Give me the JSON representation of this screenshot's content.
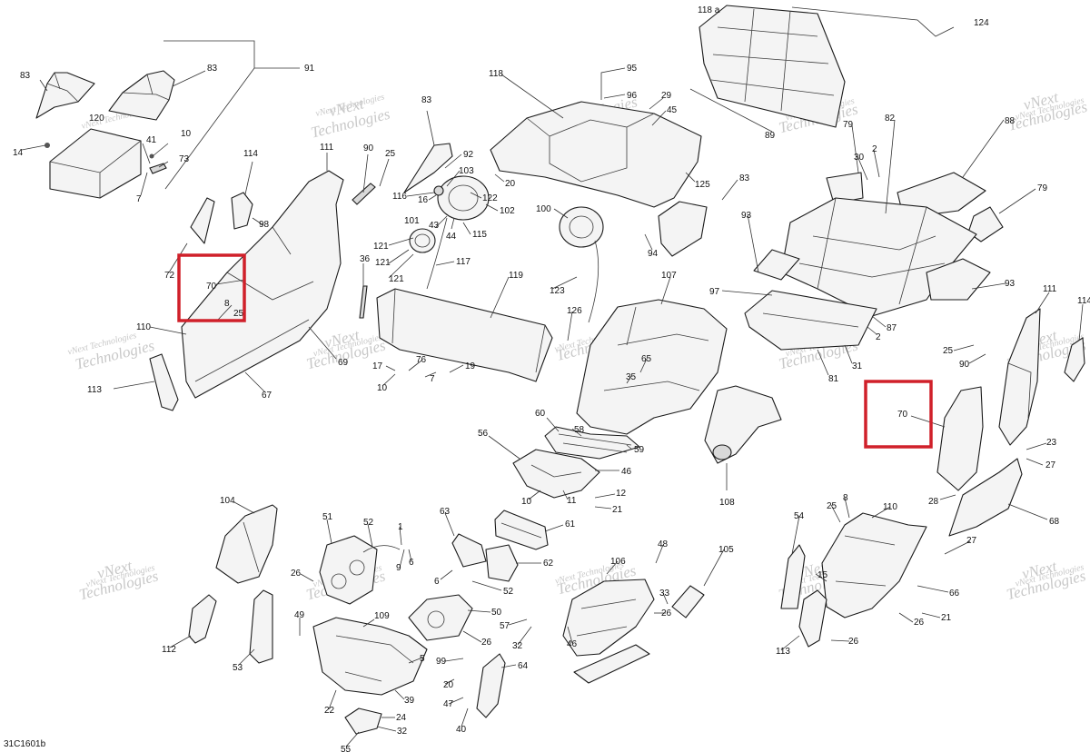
{
  "watermark": {
    "line1": "vNext Technologies",
    "line2a": "vNext",
    "line2b": "Technologies"
  },
  "drawing_ref": "31C1601b",
  "callouts": {
    "c118a": "118 a",
    "c124": "124",
    "c91": "91",
    "c83a": "83",
    "c83b": "83",
    "c120": "120",
    "c14": "14",
    "c10a": "10",
    "c41": "41",
    "c73": "73",
    "c7a": "7",
    "c111a": "111",
    "c114a": "114",
    "c90a": "90",
    "c25a": "25",
    "c98": "98",
    "c72": "72",
    "c70a": "70",
    "c8a": "8",
    "c25b": "25",
    "c110a": "110",
    "c113a": "113",
    "c67": "67",
    "c69": "69",
    "c36": "36",
    "c83c": "83",
    "c92": "92",
    "c103": "103",
    "c116": "116",
    "c16": "16",
    "c122": "122",
    "c102": "102",
    "c43": "43",
    "c44": "44",
    "c115": "115",
    "c101": "101",
    "c121a": "121",
    "c121b": "121",
    "c121c": "121",
    "c117": "117",
    "c118": "118",
    "c95": "95",
    "c96": "96",
    "c29": "29",
    "c45": "45",
    "c20a": "20",
    "c100": "100",
    "c94": "94",
    "c123": "123",
    "c119": "119",
    "c125": "125",
    "c83d": "83",
    "c89": "89",
    "c88": "88",
    "c82": "82",
    "c79a": "79",
    "c79b": "79",
    "c30": "30",
    "c2a": "2",
    "c93a": "93",
    "c93b": "93",
    "c97": "97",
    "c87": "87",
    "c2b": "2",
    "c31": "31",
    "c81": "81",
    "c107": "107",
    "c126": "126",
    "c65": "65",
    "c35": "35",
    "c76": "76",
    "c17": "17",
    "c10b": "10",
    "c7b": "7",
    "c19": "19",
    "c60": "60",
    "c58": "58",
    "c59": "59",
    "c56": "56",
    "c46a": "46",
    "c10c": "10",
    "c11": "11",
    "c12": "12",
    "c21a": "21",
    "c108": "108",
    "c111b": "111",
    "c114b": "114",
    "c25c": "25",
    "c90b": "90",
    "c70b": "70",
    "c23": "23",
    "c27a": "27",
    "c28": "28",
    "c68": "68",
    "c104": "104",
    "c51": "51",
    "c52a": "52",
    "c1": "1",
    "c9": "9",
    "c6a": "6",
    "c26a": "26",
    "c49": "49",
    "c53": "53",
    "c112": "112",
    "c109": "109",
    "c63": "63",
    "c61": "61",
    "c62": "62",
    "c6b": "6",
    "c52b": "52",
    "c50": "50",
    "c48": "48",
    "c106": "106",
    "c105": "105",
    "c33": "33",
    "c26b": "26",
    "c57": "57",
    "c46b": "46",
    "c32a": "32",
    "c26c": "26",
    "c5": "5",
    "c99": "99",
    "c64": "64",
    "c39": "39",
    "c22": "22",
    "c20b": "20",
    "c47": "47",
    "c40": "40",
    "c24": "24",
    "c32b": "32",
    "c55": "55",
    "c54": "54",
    "c8b": "8",
    "c25d": "25",
    "c110b": "110",
    "c15": "15",
    "c66": "66",
    "c21b": "21",
    "c26d": "26",
    "c113b": "113",
    "c26e": "26",
    "c27b": "27"
  },
  "highlights": [
    {
      "label": "70",
      "color": "#d0202a"
    },
    {
      "label": "70",
      "color": "#d0202a"
    }
  ]
}
